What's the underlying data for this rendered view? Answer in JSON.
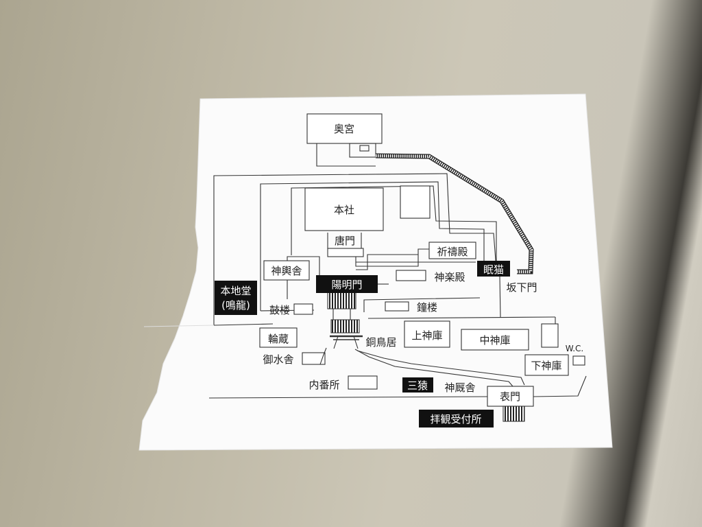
{
  "map": {
    "labels": {
      "okumiya": "奥宮",
      "honsha": "本社",
      "karamon": "唐門",
      "kitouden": "祈禱殿",
      "nemuri_neko": "眠猫",
      "shinyosha": "神輿舎",
      "yomeimon": "陽明門",
      "kaguraden": "神楽殿",
      "sakashitamon": "坂下門",
      "honjido": "本地堂",
      "nakiryu": "(鳴龍)",
      "koro": "鼓楼",
      "shoro": "鐘楼",
      "rinzo": "輪蔵",
      "dotorii": "銅鳥居",
      "kamijinko": "上神庫",
      "nakajinko": "中神庫",
      "wc": "W.C.",
      "shimojinko": "下神庫",
      "omizuya": "御水舎",
      "naibansho": "内番所",
      "sanzaru": "三猿",
      "shinkyusha": "神厩舎",
      "omotemon": "表門",
      "haikan_uketsukejo": "拝観受付所"
    }
  }
}
